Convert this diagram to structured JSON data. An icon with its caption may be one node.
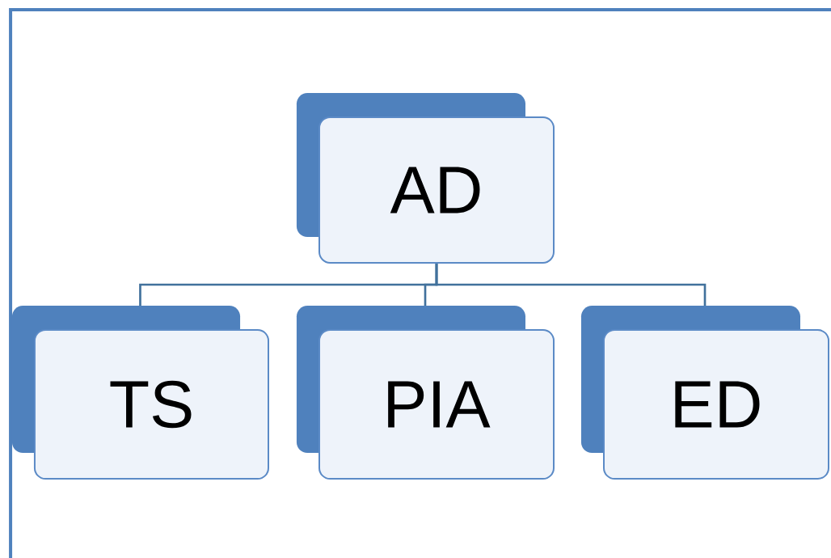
{
  "diagram": {
    "nodes": [
      {
        "text": [
          "AD"
        ]
      },
      {
        "text": [
          "TS"
        ]
      },
      {
        "text": [
          "PIA"
        ]
      },
      {
        "text": [
          "ED"
        ]
      }
    ],
    "edges": [
      {
        "from": 0,
        "to": 1,
        "arrow": "none"
      },
      {
        "from": 0,
        "to": 2,
        "arrow": "none"
      },
      {
        "from": 0,
        "to": 3,
        "arrow": "none"
      }
    ]
  }
}
